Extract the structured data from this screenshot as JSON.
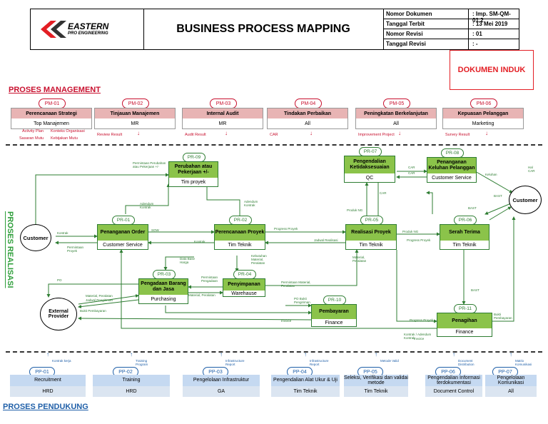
{
  "header": {
    "company_line1": "EASTERN",
    "company_line2": "PRO ENGINEERING",
    "title": "BUSINESS PROCESS MAPPING",
    "meta": [
      {
        "key": "Nomor Dokumen",
        "value": ": Imp. SM-QM-01.2"
      },
      {
        "key": "Tanggal Terbit",
        "value": ": 13 Mei 2019"
      },
      {
        "key": "Nomor Revisi",
        "value": ": 01"
      },
      {
        "key": "Tanggal Revisi",
        "value": ": -"
      }
    ],
    "stamp": "DOKUMEN INDUK"
  },
  "management": {
    "title": "PROSES MANAGEMENT",
    "items": [
      {
        "code": "PM-01",
        "name": "Perencanaan Strategi",
        "owner": "Top Manajemen",
        "notes": [
          "Activity Plan",
          "Konteks Organisasi",
          "Sasaran Mutu",
          "Kebijakan Mutu"
        ]
      },
      {
        "code": "PM-02",
        "name": "Tinjauan Manajemen",
        "owner": "MR",
        "notes": [
          "Review Result"
        ]
      },
      {
        "code": "PM-03",
        "name": "Internal Audit",
        "owner": "MR",
        "notes": [
          "Audit Result"
        ]
      },
      {
        "code": "PM-04",
        "name": "Tindakan Perbaikan",
        "owner": "All",
        "notes": [
          "CAR"
        ]
      },
      {
        "code": "PM-05",
        "name": "Peningkatan Berkelanjutan",
        "owner": "All",
        "notes": [
          "Improvement Project"
        ]
      },
      {
        "code": "PM-06",
        "name": "Kepuasan Pelanggan",
        "owner": "Marketing",
        "notes": [
          "Survey Result"
        ]
      }
    ]
  },
  "realisasi": {
    "title": "PROSES REALISASI",
    "customer_left": "Customer",
    "customer_right": "Customer",
    "external": "External Provider",
    "processes": [
      {
        "code": "PR-09",
        "name": "Perubahan atau Pekerjaan +/-",
        "owner": "Tim proyek"
      },
      {
        "code": "PR-01",
        "name": "Penanganan Order",
        "owner": "Customer Service"
      },
      {
        "code": "PR-02",
        "name": "Perencanaan Proyek",
        "owner": "Tim Teknik"
      },
      {
        "code": "PR-07",
        "name": "Pengendalian Ketidaksesuaian",
        "owner": "QC"
      },
      {
        "code": "PR-08",
        "name": "Penanganan Keluhan Pelanggan",
        "owner": "Customer Service"
      },
      {
        "code": "PR-05",
        "name": "Realisasi Proyek",
        "owner": "Tim Teknik"
      },
      {
        "code": "PR-06",
        "name": "Serah Terima",
        "owner": "Tim Teknik"
      },
      {
        "code": "PR-03",
        "name": "Pengadaan Barang dan Jasa",
        "owner": "Purchasing"
      },
      {
        "code": "PR-04",
        "name": "Penyimpanan",
        "owner": "Warehause"
      },
      {
        "code": "PR-10",
        "name": "Pembayaran",
        "owner": "Finance"
      },
      {
        "code": "PR-11",
        "name": "Penagihan",
        "owner": "Finance"
      }
    ],
    "labels": [
      "Permintaan Perubahan atau Pekerjaan +/-",
      "Kontrak",
      "Permintaan Proyek",
      "Adendum Kontrak",
      "SOW",
      "Kontrak",
      "Adendum Kontrak",
      "Progress Proyek",
      "Jadwal Realisasi",
      "Produk NG",
      "CAR",
      "CAR",
      "CAR",
      "Keluhan",
      "Produk NG",
      "Progress Proyek",
      "Data Base Harga",
      "Kebutuhan Material, Peralatan",
      "Permintaan Pengadaan",
      "Material, Peralatan",
      "Permintaan Material, Peralatan",
      "Material, Peralatan",
      "PO",
      "Material, Peralatan",
      "Jadwal Pengiriman",
      "Bukti Pembayaran",
      "PO Bukti Pengiriman",
      "Invoice",
      "BAST",
      "BAST",
      "BAST",
      "Bukti Pembayaran",
      "Progress Proyek",
      "Kontrak / Adendum Kontrak",
      "Invoice",
      "Hal CAR"
    ]
  },
  "pendukung": {
    "title": "PROSES PENDUKUNG",
    "items": [
      {
        "code": "PP-01",
        "name": "Recruitment",
        "owner": "HRD",
        "note": "Kontrak kerja"
      },
      {
        "code": "PP-02",
        "name": "Training",
        "owner": "HRD",
        "note": "Training Program"
      },
      {
        "code": "PP-03",
        "name": "Pengelolaan Infrastruktur",
        "owner": "GA",
        "note": "Infrastructure Report"
      },
      {
        "code": "PP-04",
        "name": "Pengendalian Alat Ukur & Uji",
        "owner": "Tim Teknik",
        "note": "Infrastructure Report"
      },
      {
        "code": "PP-05",
        "name": "Seleksi, Verifikasi dan validai metode",
        "owner": "Tim Teknik",
        "note": "Metode Valid"
      },
      {
        "code": "PP-06",
        "name": "Pengendalian Informasi terdokumentasi",
        "owner": "Document Control",
        "note": "Document Distribution"
      },
      {
        "code": "PP-07",
        "name": "Pengelolaan Komunikasi",
        "owner": "All",
        "note": "Matrix Komunikasi"
      }
    ]
  },
  "colors": {
    "management": "#c8102e",
    "realisasi": "#2e9e3a",
    "pendukung": "#1f5fa8",
    "stamp": "#e31e24"
  }
}
